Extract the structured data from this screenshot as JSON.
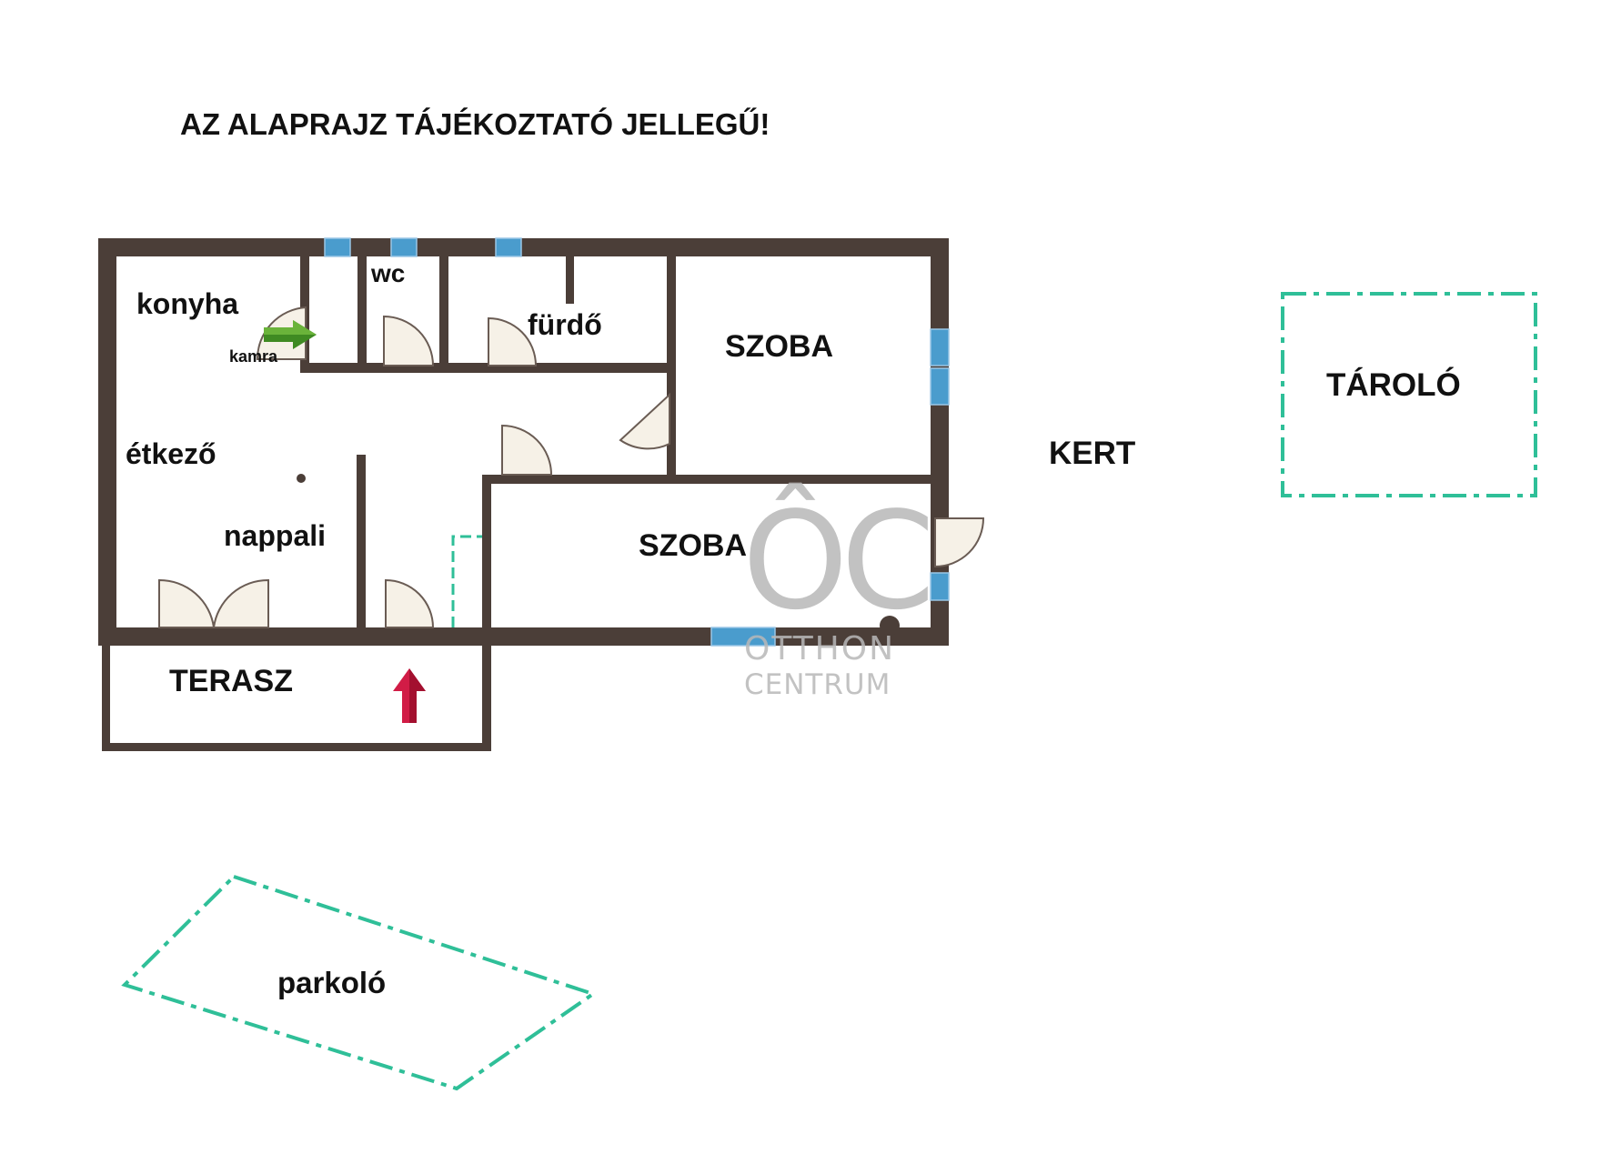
{
  "notice": "AZ ALAPRAJZ TÁJÉKOZTATÓ JELLEGŰ!",
  "rooms": {
    "konyha": "konyha",
    "kamra": "kamra",
    "wc": "wc",
    "furdo": "fürdő",
    "szoba_top": "SZOBA",
    "etkezo": "étkező",
    "nappali": "nappali",
    "szoba_bottom": "SZOBA",
    "terasz": "TERASZ"
  },
  "outdoor": {
    "kert": "KERT",
    "tarolo": "TÁROLÓ",
    "parkolo": "parkoló"
  },
  "watermark": {
    "monogram": "ÔC",
    "line1": "OTTHON",
    "line2": "CENTRUM"
  },
  "colors": {
    "wall": "#4b3e38",
    "window": "#4a9ccd",
    "door_fill": "#f6f1e7",
    "dashed_outline": "#2fbf98",
    "entry_arrow": "#d11c46",
    "kamra_arrow": "#3f8a22",
    "watermark": "#b8b8b8"
  },
  "icons": {
    "entry_arrow": "arrow-up-icon",
    "kamra_arrow": "arrow-right-icon"
  }
}
